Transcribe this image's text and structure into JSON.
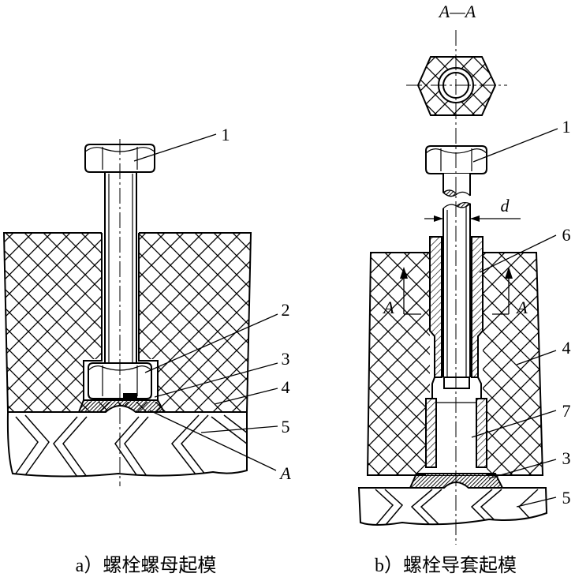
{
  "figure_a": {
    "caption": "a）螺栓螺母起模",
    "callouts": [
      "1",
      "2",
      "3",
      "4",
      "5",
      "A"
    ]
  },
  "figure_b": {
    "caption": "b）螺栓导套起模",
    "section_title": "A—A",
    "section_marks": [
      "A",
      "A"
    ],
    "dimension_label": "d",
    "callouts": [
      "1",
      "6",
      "4",
      "7",
      "3",
      "5"
    ]
  }
}
